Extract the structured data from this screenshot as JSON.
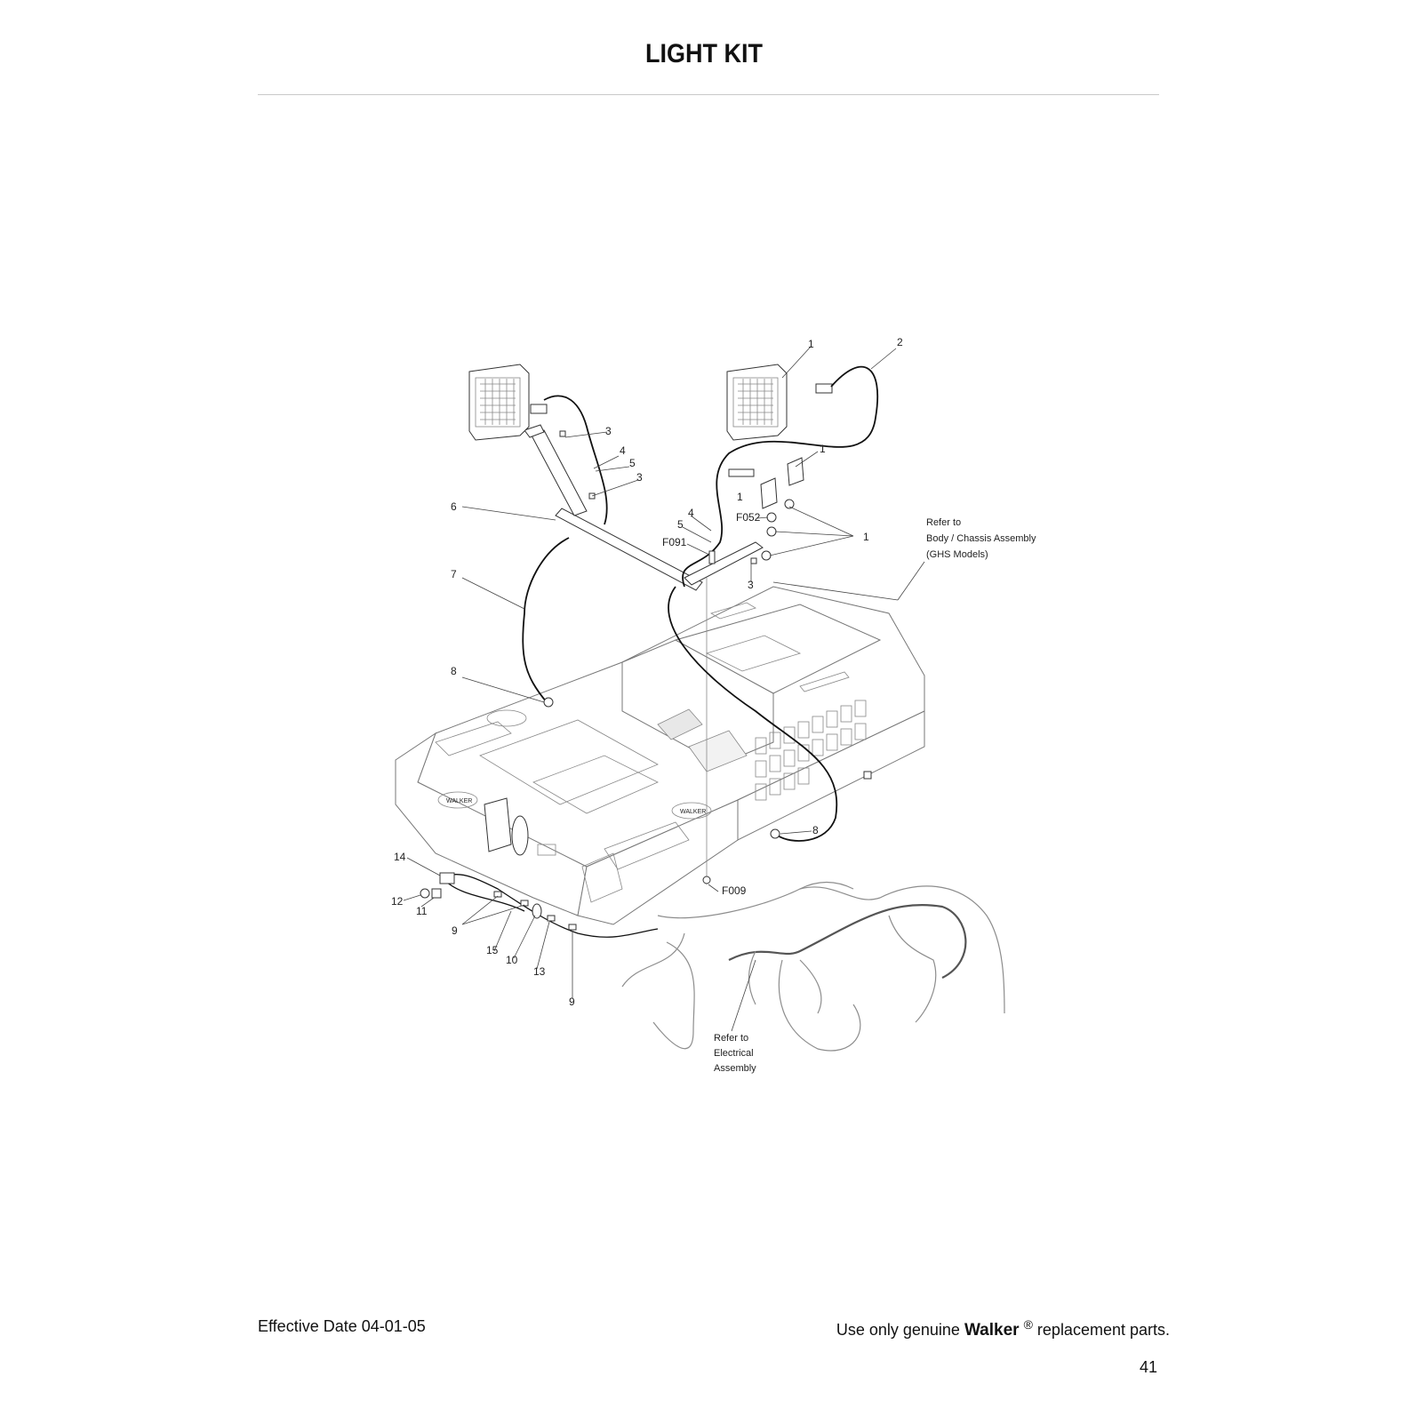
{
  "page": {
    "title": "LIGHT KIT",
    "footer_left": "Effective Date 04-01-05",
    "footer_right_prefix": "Use only genuine",
    "footer_right_brand": "Walker",
    "footer_right_mark": "®",
    "footer_right_suffix": "replacement parts.",
    "page_number": "41"
  },
  "diagram": {
    "callouts": {
      "c1a": "1",
      "c2": "2",
      "c3a": "3",
      "c4a": "4",
      "c5a": "5",
      "c3b": "3",
      "c1b": "1",
      "c1c": "1",
      "c6": "6",
      "c4b": "4",
      "c5b": "5",
      "F052": "F052",
      "c1d": "1",
      "F091": "F091",
      "c3c": "3",
      "c7": "7",
      "c8a": "8",
      "c8b": "8",
      "c14": "14",
      "c12": "12",
      "c11": "11",
      "F009": "F009",
      "c9a": "9",
      "c15": "15",
      "c10": "10",
      "c13": "13",
      "c9b": "9"
    },
    "notes": {
      "body_ref_1": "Refer to",
      "body_ref_2": "Body / Chassis Assembly",
      "body_ref_3": "(GHS Models)",
      "elec_ref_1": "Refer to",
      "elec_ref_2": "Electrical",
      "elec_ref_3": "Assembly"
    },
    "decal_brand": "WALKER"
  }
}
